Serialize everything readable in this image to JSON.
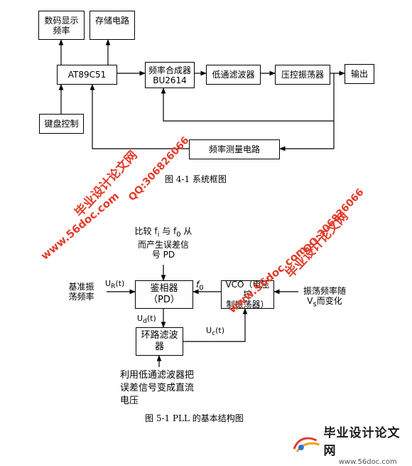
{
  "fig1": {
    "boxes": {
      "display": [
        "数码显示",
        "频率"
      ],
      "memory": "存储电路",
      "mcu": "AT89C51",
      "synth": [
        "频率合成器",
        "BU2614"
      ],
      "lpf": "低通滤波器",
      "vco": "压控振荡器",
      "output": "输出",
      "keyboard": "键盘控制",
      "freqmeter": "频率测量电路"
    },
    "caption": "图 4-1 系统框图"
  },
  "fig2": {
    "top_note": [
      "比较 f",
      "i",
      " 与 f",
      "0",
      " 从",
      "而产生误差信",
      "号 PD"
    ],
    "ref_input": [
      "基准振",
      "荡频率"
    ],
    "pd": [
      "鉴相器",
      "（PD）"
    ],
    "vco": [
      "VCO（电压控",
      "制振荡器）"
    ],
    "lf": [
      "环路滤波",
      "器"
    ],
    "right_note": [
      "振荡频率随",
      "V",
      "s",
      "而变化"
    ],
    "bottom_note": [
      "利用低通滤波器把",
      "误差信号变成直流",
      "电压"
    ],
    "labels": {
      "ur": [
        "U",
        "R",
        "(t)"
      ],
      "ud": [
        "U",
        "d",
        "(t)"
      ],
      "uc": [
        "U",
        "c",
        "(t)"
      ],
      "f0": [
        "f",
        "0"
      ]
    },
    "caption": "图 5-1 PLL 的基本结构图"
  },
  "watermarks": {
    "site_cn": "毕业设计论文网",
    "qq": "QQ:306826066",
    "url": "www.56doc.com"
  },
  "logo": {
    "title": "毕业设计论文网",
    "url": "www.56doc.com"
  },
  "colors": {
    "watermark": "#e23b2a",
    "line": "#000000",
    "logo_text": "#1a1a1a"
  }
}
